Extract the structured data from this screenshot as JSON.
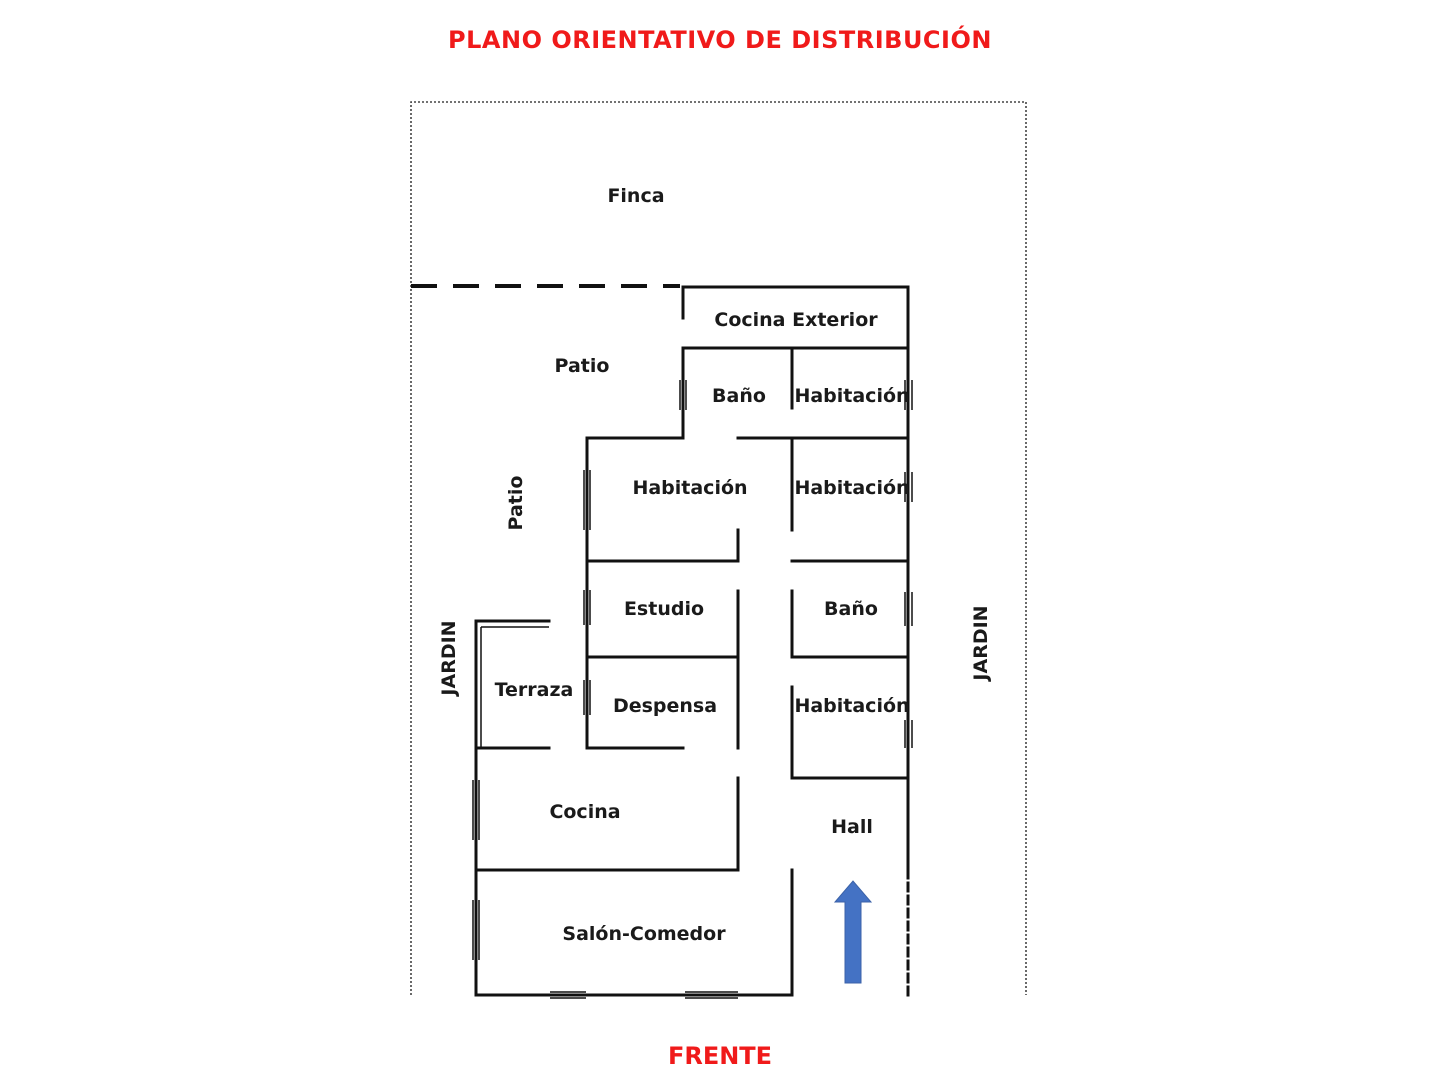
{
  "title": "PLANO ORIENTATIVO DE DISTRIBUCIÓN",
  "front_label": "FRENTE",
  "colors": {
    "heading": "#f01a1a",
    "arrow": "#4472c4",
    "walls": "#111111"
  },
  "labels": {
    "finca": "Finca",
    "cocina_exterior": "Cocina Exterior",
    "patio_top": "Patio",
    "patio_side": "Patio",
    "bano_1": "Baño",
    "habitacion_1": "Habitación",
    "habitacion_2": "Habitación",
    "habitacion_3": "Habitación",
    "habitacion_4": "Habitación",
    "estudio": "Estudio",
    "bano_2": "Baño",
    "terraza": "Terraza",
    "despensa": "Despensa",
    "cocina": "Cocina",
    "hall": "Hall",
    "salon_comedor": "Salón-Comedor",
    "jardin_left": "JARDIN",
    "jardin_right": "JARDIN"
  },
  "icons": {
    "entrance": "arrow-up-icon"
  }
}
